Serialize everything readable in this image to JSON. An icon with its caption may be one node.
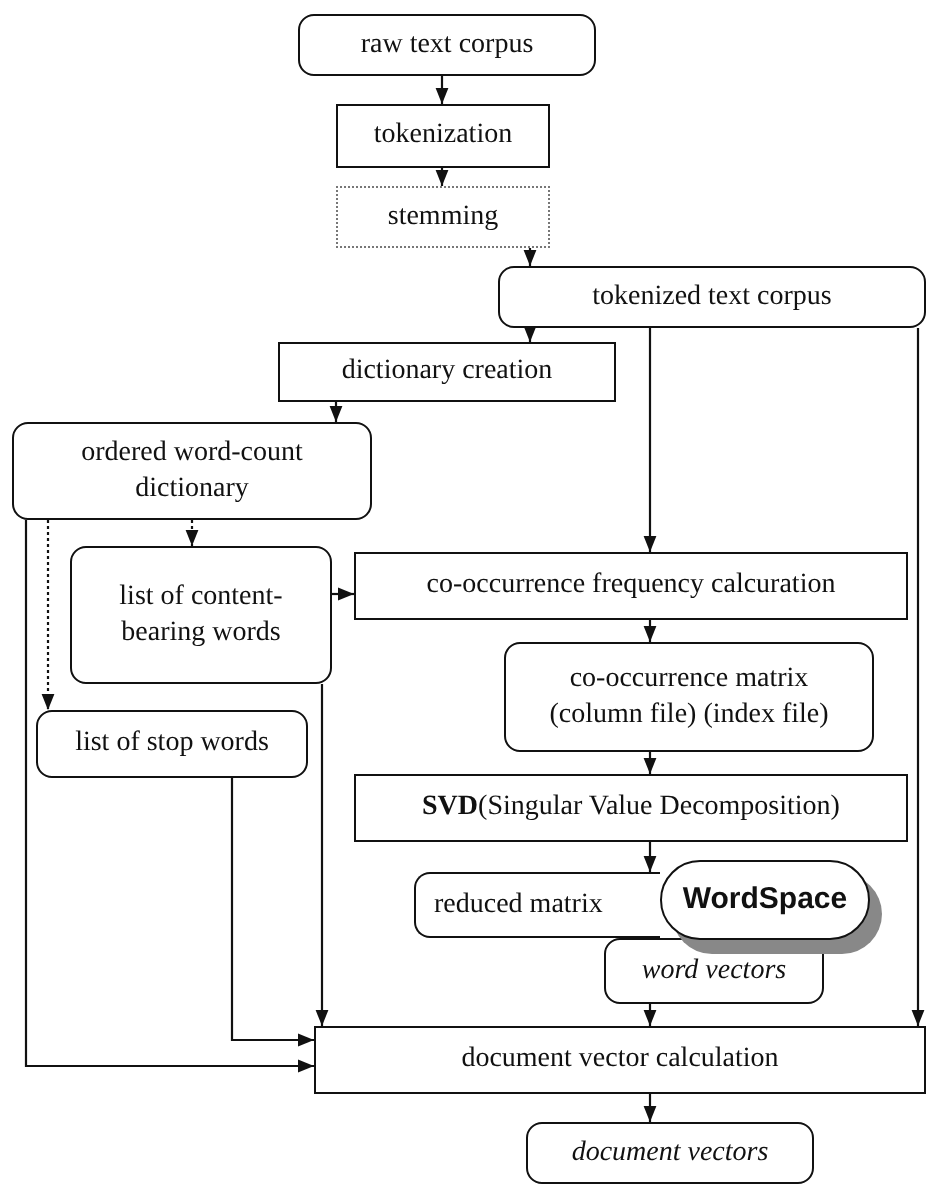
{
  "diagram": {
    "nodes": [
      {
        "text": [
          "raw text corpus"
        ]
      },
      {
        "text": [
          "tokenization"
        ]
      },
      {
        "text": [
          "stemming"
        ]
      },
      {
        "text": [
          "tokenized text corpus"
        ]
      },
      {
        "text": [
          "dictionary creation"
        ]
      },
      {
        "text": [
          "ordered word-count dictionary"
        ]
      },
      {
        "text": [
          "list of content-bearing words"
        ]
      },
      {
        "text": [
          "co-occurrence frequency calcuration"
        ]
      },
      {
        "text": [
          "co-occurrence matrix (column file) (index file)"
        ]
      },
      {
        "text": [
          "list of stop words"
        ]
      },
      {
        "text": [
          "**SVD**(Singular Value Decomposition)"
        ]
      },
      {
        "text": [
          "reduced matrix"
        ]
      },
      {
        "text": [
          "WordSpace"
        ]
      },
      {
        "text": [
          "word vectors"
        ]
      },
      {
        "text": [
          "document vector calculation"
        ]
      },
      {
        "text": [
          "document vectors"
        ]
      }
    ],
    "edges": [
      {
        "from": 0,
        "to": 1,
        "arrow": "to"
      },
      {
        "from": 1,
        "to": 2,
        "arrow": "to"
      },
      {
        "from": 2,
        "to": 3,
        "arrow": "to"
      },
      {
        "from": 3,
        "to": 4,
        "arrow": "to"
      },
      {
        "from": 3,
        "to": 7,
        "arrow": "to"
      },
      {
        "from": 3,
        "to": 14,
        "arrow": "to"
      },
      {
        "from": 4,
        "to": 5,
        "arrow": "to"
      },
      {
        "from": 5,
        "to": 6,
        "arrow": "to",
        "style": "dashed"
      },
      {
        "from": 5,
        "to": 9,
        "arrow": "to",
        "style": "dashed"
      },
      {
        "from": 5,
        "to": 14,
        "arrow": "to"
      },
      {
        "from": 6,
        "to": 7,
        "arrow": "to"
      },
      {
        "from": 6,
        "to": 14,
        "arrow": "to"
      },
      {
        "from": 9,
        "to": 14,
        "arrow": "to"
      },
      {
        "from": 7,
        "to": 8,
        "arrow": "to"
      },
      {
        "from": 8,
        "to": 10,
        "arrow": "to"
      },
      {
        "from": 10,
        "to": 11,
        "arrow": "to"
      },
      {
        "from": 13,
        "to": 14,
        "arrow": "to"
      },
      {
        "from": 14,
        "to": 15,
        "arrow": "to"
      }
    ]
  }
}
